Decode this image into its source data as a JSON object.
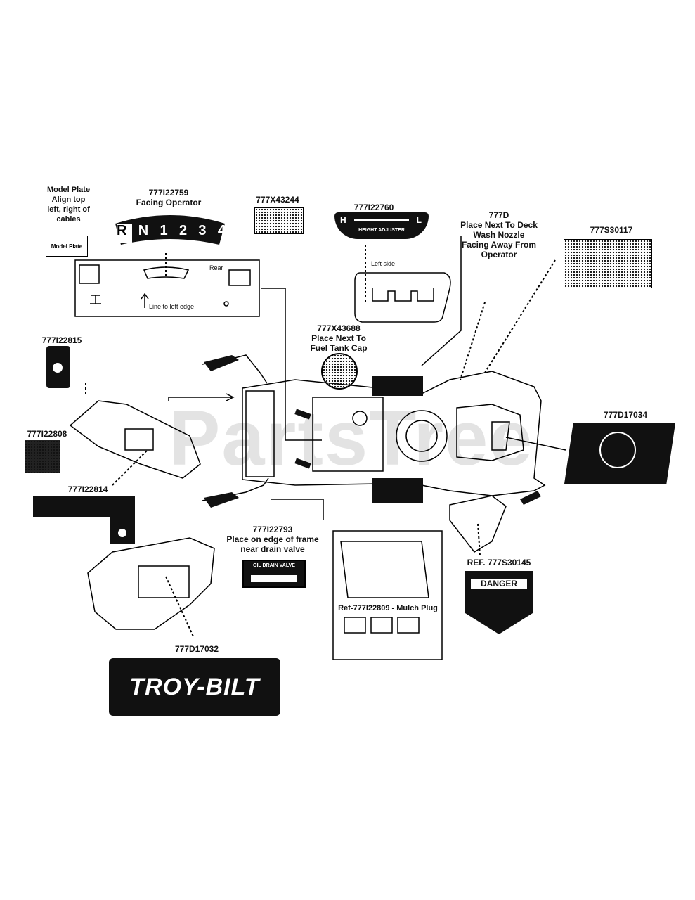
{
  "watermark": "PartsTree",
  "callouts": {
    "model_plate_note": "Model Plate\nAlign top\nleft, right of\ncables",
    "model_plate_label": "Model Plate",
    "shift_decal_id": "777I22759",
    "shift_decal_note": "Facing Operator",
    "shift_positions": [
      "R",
      "N",
      "1",
      "2",
      "3",
      "4"
    ],
    "rear_text": "Rear",
    "line_to_edge": "Line to left edge",
    "warning_decal_id": "777X43244",
    "height_decal_id": "777I22760",
    "height_letters": [
      "H",
      "L"
    ],
    "height_text": "HEIGHT ADJUSTER",
    "left_side": "Left side",
    "deck_decal_id": "777D",
    "deck_decal_note": "Place Next To Deck\nWash Nozzle\nFacing Away From\nOperator",
    "safety_decal_id": "777S30117",
    "fuel_decal_id": "777X43688",
    "fuel_decal_note": "Place Next To\nFuel Tank Cap",
    "control_decal_id": "777I22815",
    "square_decal_id": "777I22808",
    "handle_decal_id": "777I22814",
    "drain_decal_id": "777I22793",
    "drain_decal_note": "Place on edge of frame\nnear drain valve",
    "drain_label": "OIL DRAIN VALVE",
    "mulch_note": "Ref-777I22809 - Mulch Plug",
    "danger_ref": "REF. 777S30145",
    "danger_word": "DANGER",
    "engine_decal_id": "777D17034",
    "bag_decal_id": "777D17032",
    "brand": "TROY-BILT"
  }
}
